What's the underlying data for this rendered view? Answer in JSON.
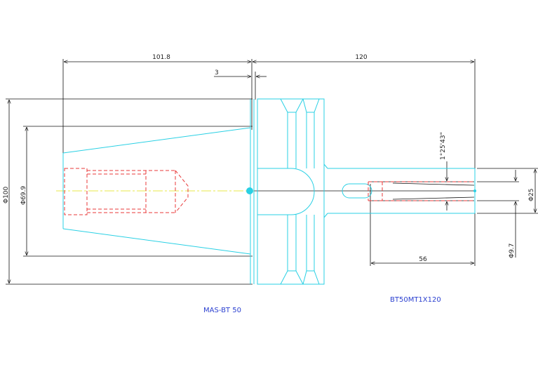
{
  "drawing": {
    "dimensions": {
      "total_left": "101.8",
      "total_right": "120",
      "gap": "3",
      "dia_100": "Φ100",
      "dia_69_9": "Φ69.9",
      "taper": "1°25'43\"",
      "dia_25": "Φ25",
      "dia_9_7": "Φ9.7",
      "len_56": "56"
    },
    "labels": {
      "left_part": "MAS-BT 50",
      "right_part": "BT50MT1X120"
    },
    "colors": {
      "outline": "#29d0e4",
      "hidden": "#e8393a",
      "center": "#e8e84a",
      "dimension": "#111111",
      "label": "#2a3fd0"
    }
  }
}
